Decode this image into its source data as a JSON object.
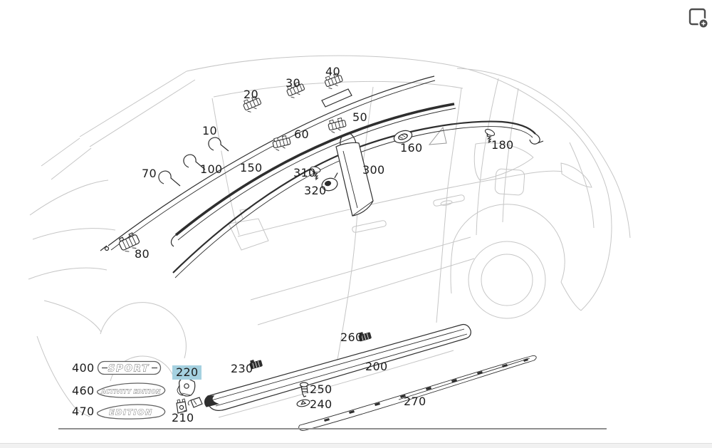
{
  "icons": {
    "top_right": "image-zoom-plus-icon"
  },
  "colors": {
    "highlight": "#a5d1e0",
    "car_lines": "#c6c6c6",
    "part_lines": "#2e2e2e",
    "rule": "#8f8f8f"
  },
  "diagram": {
    "selected_part": "220",
    "parts": {
      "p10": "10",
      "p20": "20",
      "p30": "30",
      "p40": "40",
      "p50": "50",
      "p60": "60",
      "p70": "70",
      "p80": "80",
      "p100": "100",
      "p150": "150",
      "p160": "160",
      "p180": "180",
      "p200": "200",
      "p210": "210",
      "p220": "220",
      "p230": "230",
      "p240": "240",
      "p250": "250",
      "p260": "260",
      "p270": "270",
      "p300": "300",
      "p310": "310",
      "p320": "320",
      "p400": "400",
      "p460": "460",
      "p470": "470"
    },
    "badges": {
      "sport": "SPORT",
      "activity_edition": "ACTIVITY EDITION",
      "edition": "EDITION"
    }
  }
}
